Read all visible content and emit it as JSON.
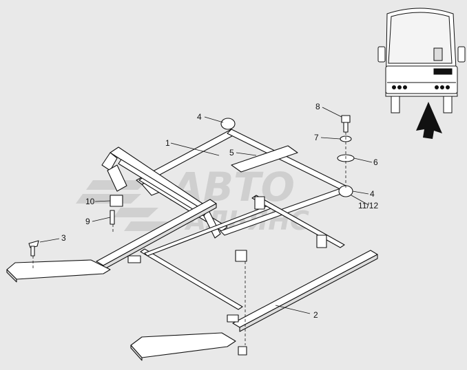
{
  "diagram": {
    "callouts": [
      {
        "id": "c1",
        "label": "1"
      },
      {
        "id": "c2",
        "label": "2"
      },
      {
        "id": "c3",
        "label": "3"
      },
      {
        "id": "c4a",
        "label": "4"
      },
      {
        "id": "c4b",
        "label": "4"
      },
      {
        "id": "c5",
        "label": "5"
      },
      {
        "id": "c6",
        "label": "6"
      },
      {
        "id": "c7",
        "label": "7"
      },
      {
        "id": "c8",
        "label": "8"
      },
      {
        "id": "c9",
        "label": "9"
      },
      {
        "id": "c10",
        "label": "10"
      },
      {
        "id": "c1112",
        "label": "11/12"
      }
    ],
    "watermark": {
      "line1": "АВТО",
      "line2": "АЛЬЯНС"
    },
    "colors": {
      "background": "#e9e9e9",
      "line": "#111111",
      "fill": "#ffffff",
      "watermark": "#cfcfcf"
    }
  }
}
